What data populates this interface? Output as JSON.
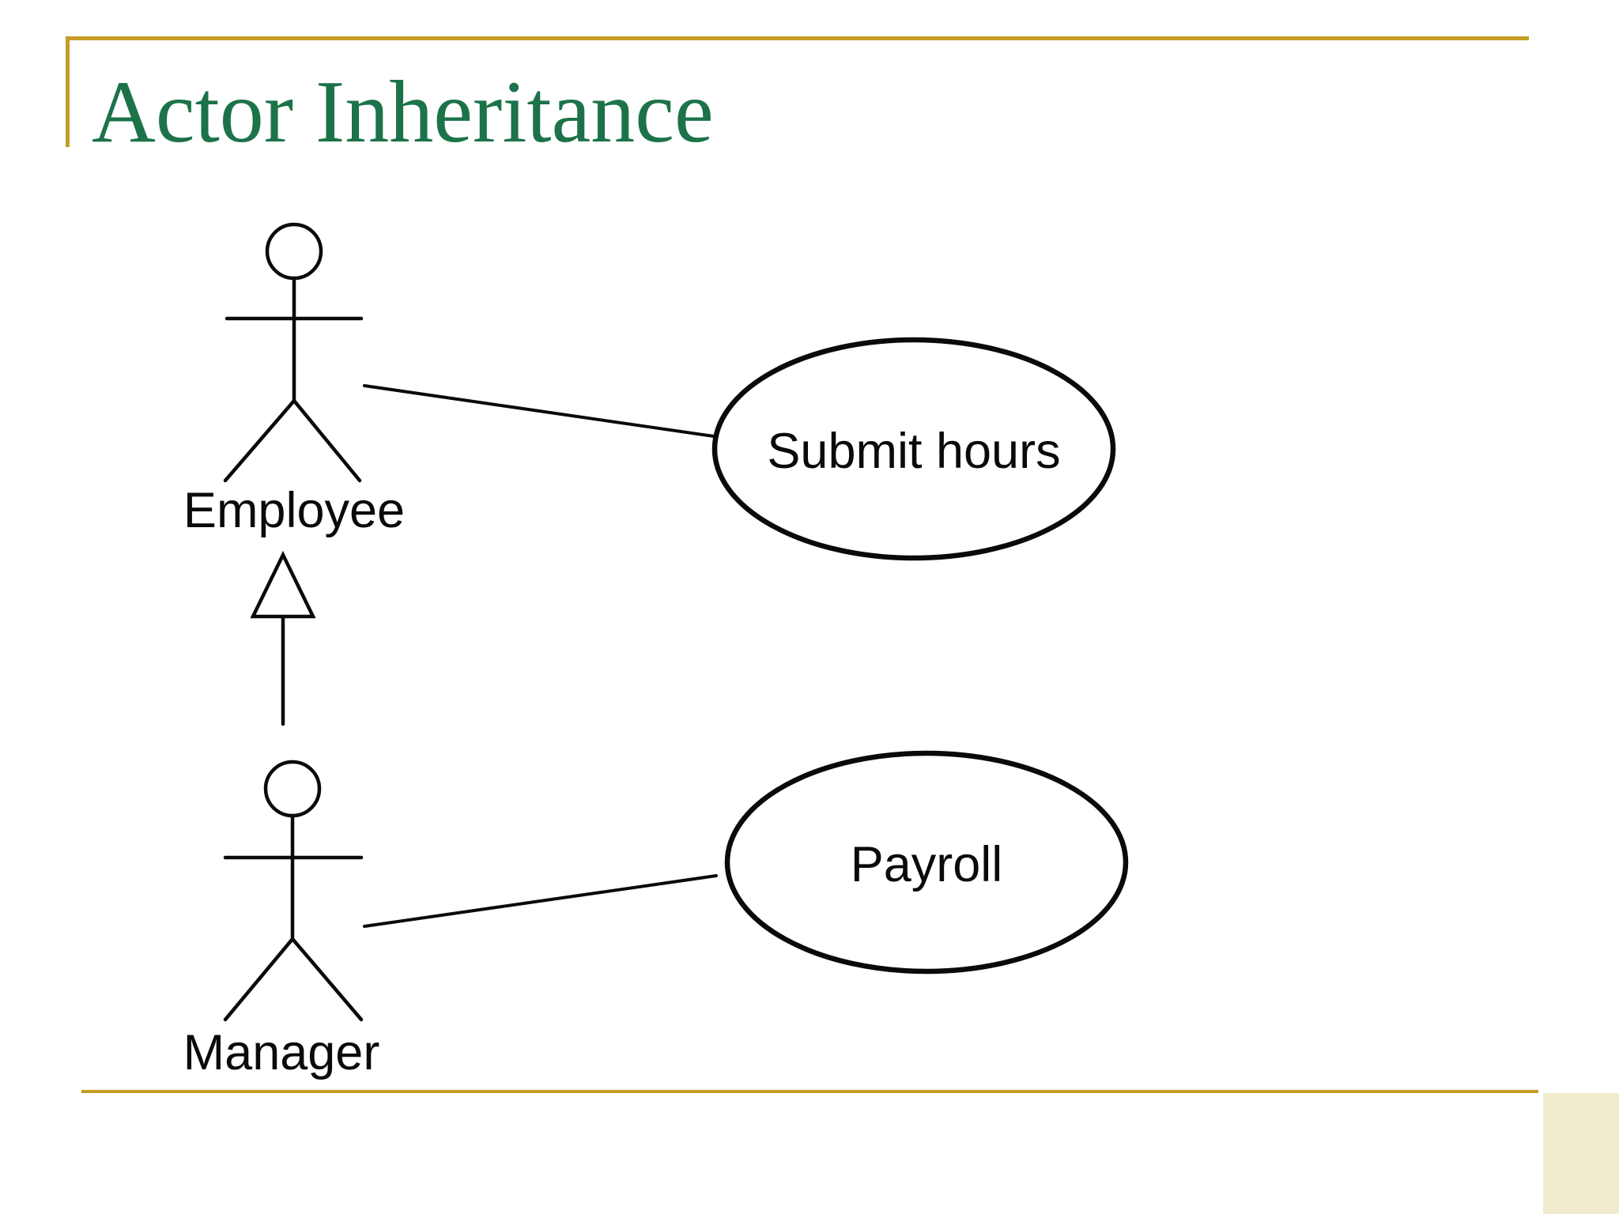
{
  "slide": {
    "title": "Actor Inheritance",
    "background_color": "#FFFFFF",
    "accent_colors": {
      "frame_gold": "#C49C26",
      "title_green": "#1C7349",
      "diagram_ink": "#0A0A0A",
      "corner_accent_cream": "#F2ECCF"
    }
  },
  "diagram": {
    "type": "uml-use-case",
    "actors": [
      {
        "id": "employee",
        "label": "Employee"
      },
      {
        "id": "manager",
        "label": "Manager"
      }
    ],
    "use_cases": [
      {
        "id": "submit-hours",
        "label": "Submit hours"
      },
      {
        "id": "payroll",
        "label": "Payroll"
      }
    ],
    "relationships": [
      {
        "type": "association",
        "from": "employee",
        "to": "submit-hours"
      },
      {
        "type": "association",
        "from": "manager",
        "to": "payroll"
      },
      {
        "type": "generalization",
        "from": "manager",
        "to": "employee"
      }
    ]
  }
}
